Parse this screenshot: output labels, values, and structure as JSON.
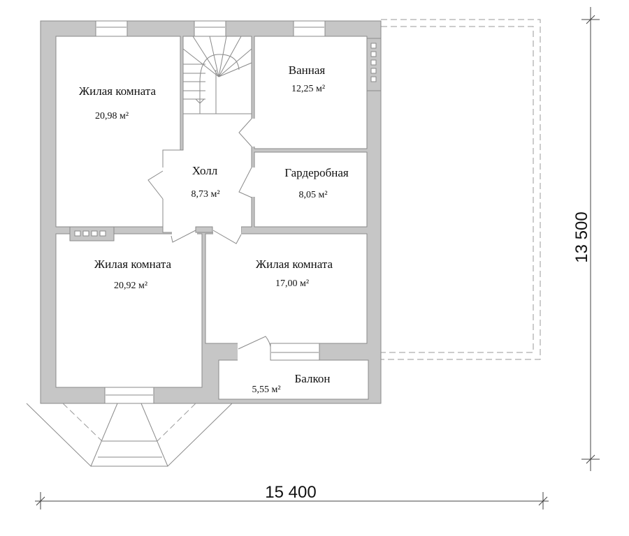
{
  "plan": {
    "rooms": [
      {
        "name": "Жилая комната",
        "area": "20,98 м²"
      },
      {
        "name": "Ванная",
        "area": "12,25 м²"
      },
      {
        "name": "Холл",
        "area": "8,73 м²"
      },
      {
        "name": "Гардеробная",
        "area": "8,05 м²"
      },
      {
        "name": "Жилая комната",
        "area": "20,92 м²"
      },
      {
        "name": "Жилая комната",
        "area": "17,00 м²"
      },
      {
        "name": "Балкон",
        "area": "5,55 м²"
      }
    ],
    "dimensions": {
      "width": "15 400",
      "depth": "13 500"
    }
  }
}
